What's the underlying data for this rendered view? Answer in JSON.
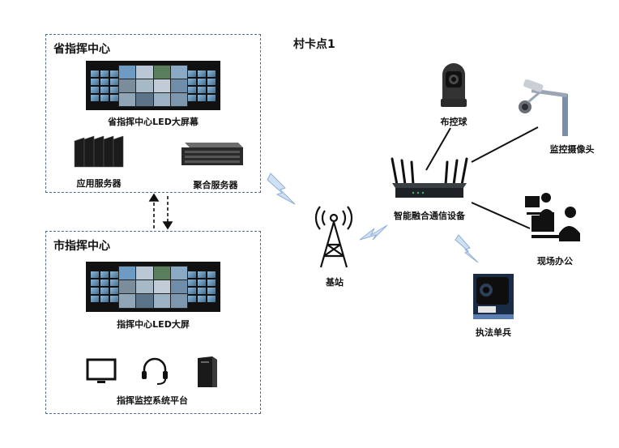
{
  "provincial_center": {
    "title": "省指挥中心",
    "led_label": "省指挥中心LED大屏幕",
    "app_server_label": "应用服务器",
    "agg_server_label": "聚合服务器"
  },
  "city_center": {
    "title": "市指挥中心",
    "led_label": "指挥中心LED大屏",
    "platform_label": "指挥监控系统平台"
  },
  "village_point": {
    "title": "村卡点1"
  },
  "nodes": {
    "base_station": "基站",
    "gateway": "智能融合通信设备",
    "ptz_camera": "布控球",
    "surveillance_camera": "监控摄像头",
    "field_office": "现场办公",
    "law_enforcement": "执法单兵"
  },
  "icons": {
    "monitor": "monitor-icon",
    "headset": "headset-icon",
    "workstation": "workstation-icon",
    "lightning": "lightning-icon"
  },
  "colors": {
    "box_border": "#4a6d99",
    "lightning": "#a9c6e8",
    "line": "#111111"
  }
}
